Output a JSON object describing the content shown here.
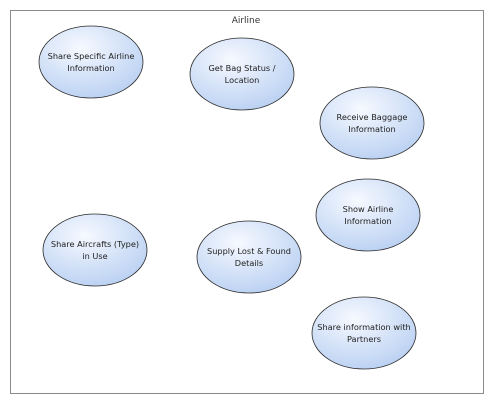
{
  "system_boundary": {
    "title": "Airline"
  },
  "use_cases": [
    {
      "id": "share-specific-airline-information",
      "lines": [
        "Share Specific Airline",
        "Information"
      ]
    },
    {
      "id": "get-bag-status-location",
      "lines": [
        "Get Bag Status /",
        "Location"
      ]
    },
    {
      "id": "receive-baggage-information",
      "lines": [
        "Receive Baggage",
        "Information"
      ]
    },
    {
      "id": "show-airline-information",
      "lines": [
        "Show Airline",
        "Information"
      ]
    },
    {
      "id": "share-aircrafts-type-in-use",
      "lines": [
        "Share Aircrafts (Type)",
        "in Use"
      ]
    },
    {
      "id": "supply-lost-found-details",
      "lines": [
        "Supply Lost & Found",
        "Details"
      ]
    },
    {
      "id": "share-information-with-partners",
      "lines": [
        "Share information with",
        "Partners"
      ]
    }
  ],
  "colors": {
    "ellipse_fill_light": "#f6f9ff",
    "ellipse_fill_dark": "#b9d0f2",
    "ellipse_stroke": "#2b2b2b",
    "boundary_stroke": "#8a8a8a"
  }
}
